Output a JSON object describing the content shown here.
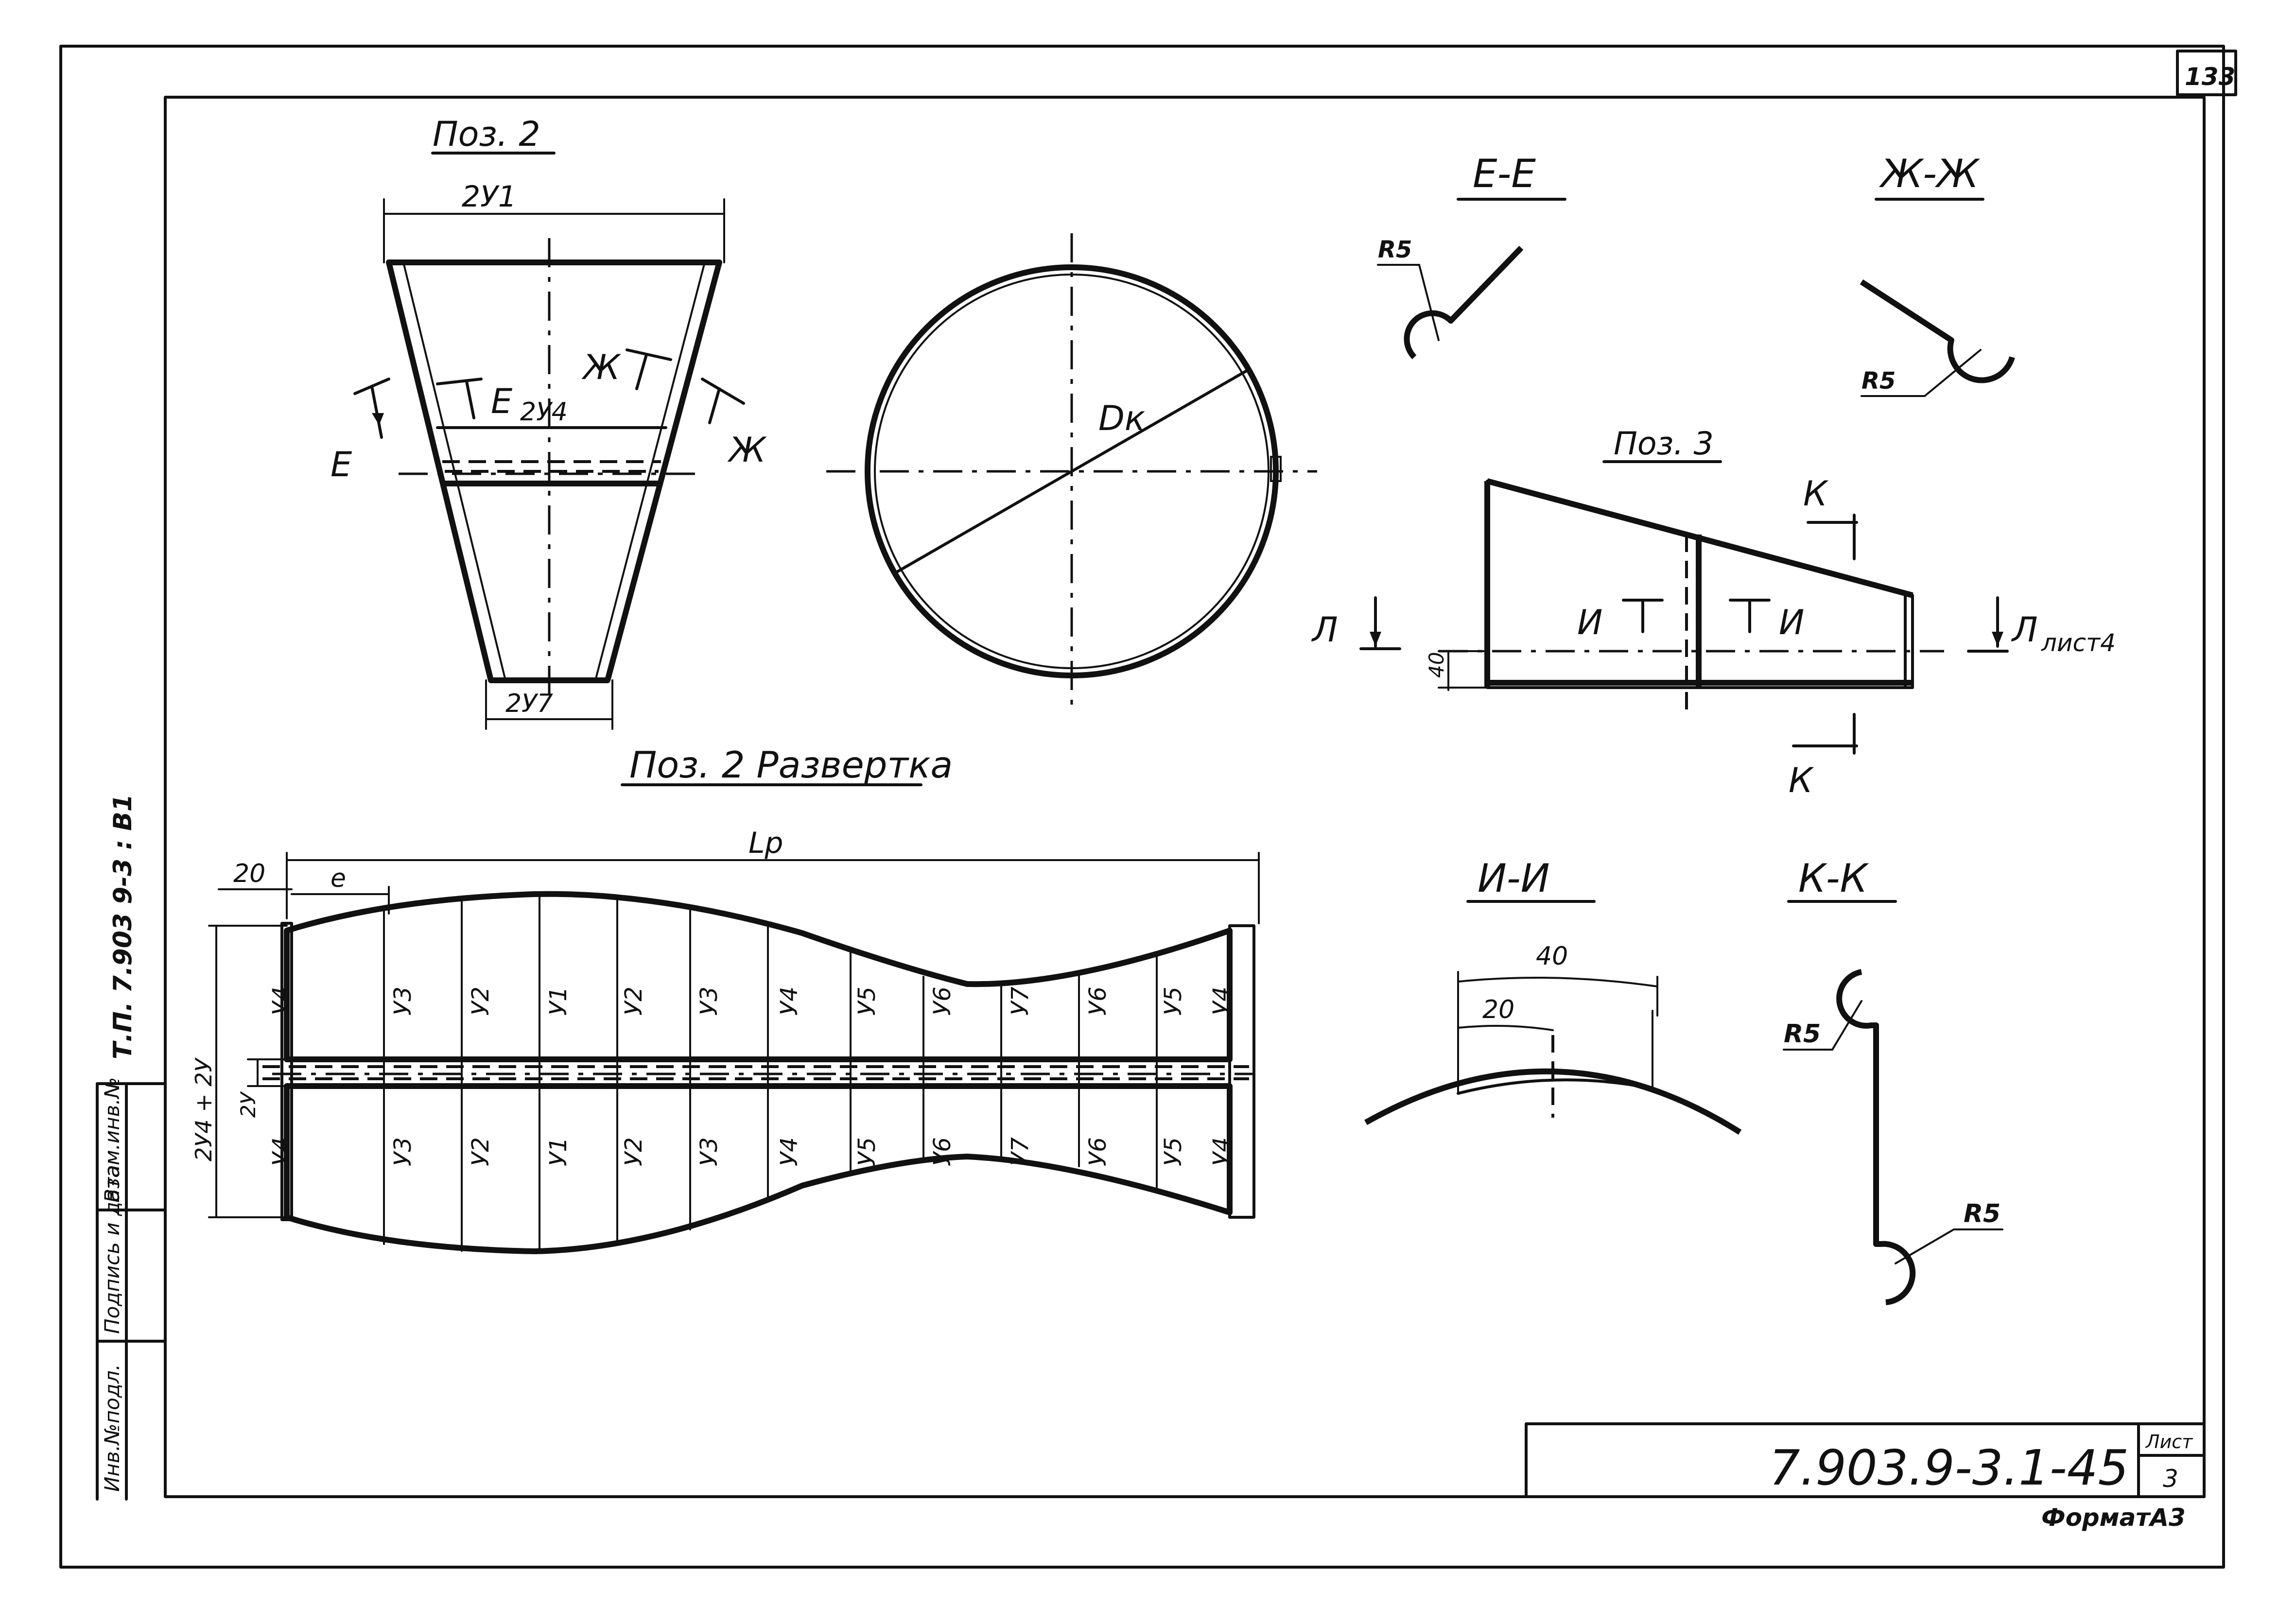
{
  "sheet": {
    "page_number": "133",
    "document_code": "7.903.9-3.1-45",
    "sheet_label": "Лист",
    "sheet_number": "3",
    "format": "ФорматА3",
    "side_code": "Т.П. 7.903 9-3 : В1",
    "stamp_columns": [
      "Инв.№подл.",
      "Подпись и дата",
      "Взам.инв.№"
    ]
  },
  "views": {
    "pos2": {
      "title": "Поз. 2",
      "top_dim": "2У1",
      "mid_dim": "2У4",
      "bottom_dim": "2У7",
      "section_e": "Е",
      "section_zh": "Ж"
    },
    "circle": {
      "diameter_label": "Dк"
    },
    "section_ee": {
      "title": "Е-Е",
      "radius": "R5"
    },
    "section_zhzh": {
      "title": "Ж-Ж",
      "radius": "R5"
    },
    "pos3": {
      "title": "Поз. 3",
      "section_k": "К",
      "section_i": "И",
      "section_l": "Л",
      "sheet_ref": "лист4",
      "dim_40": "40"
    },
    "development": {
      "title": "Поз. 2 Развертка",
      "length_label": "Lp",
      "dim_20": "20",
      "dim_e": "e",
      "dim_height": "2У4 + 2У",
      "dim_half": "2У",
      "top_labels": [
        "У4",
        "У3",
        "У2",
        "У1",
        "У2",
        "У3",
        "У4",
        "У5",
        "У6",
        "У7",
        "У6",
        "У5",
        "У4"
      ],
      "bottom_labels": [
        "У4",
        "У3",
        "У2",
        "У1",
        "У2",
        "У3",
        "У4",
        "У5",
        "У6",
        "У7",
        "У6",
        "У5",
        "У4"
      ]
    },
    "section_ii": {
      "title": "И-И",
      "arc_dim": "40",
      "arc_dim2": "20"
    },
    "section_kk": {
      "title": "К-К",
      "radius_top": "R5",
      "radius_bottom": "R5"
    }
  }
}
